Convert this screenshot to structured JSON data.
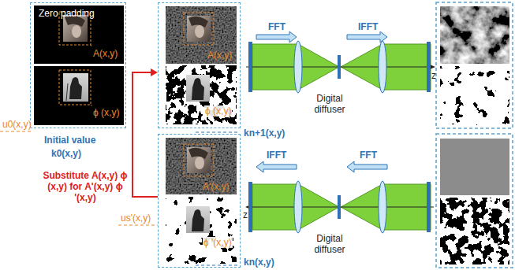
{
  "diagram": {
    "nodes": [
      {
        "text": [
          "Initial value",
          "k0(x,y)"
        ]
      },
      {
        "text": [
          "Zero padding",
          "A(x,y)"
        ],
        "in": 0
      },
      {
        "text": [
          "ϕ (x,y)"
        ],
        "in": 0
      },
      {
        "text": [
          "kn+1(x,y)"
        ]
      },
      {
        "text": [
          "A(x,y)"
        ],
        "in": 3
      },
      {
        "text": [
          "ϕ (x,y)"
        ],
        "in": 3
      },
      {
        "text": [
          "kn(x,y)"
        ]
      },
      {
        "text": [
          "A'(x,y)"
        ],
        "in": 6
      },
      {
        "text": [
          "ϕ '(x,y)"
        ],
        "in": 6
      }
    ],
    "edges": [
      {
        "from": 6,
        "to": 3,
        "arrow": "to",
        "label": "Substitute A(x,y) ϕ (x,y) for A'(x,y) ϕ '(x,y)"
      }
    ],
    "labels": [
      "u0(x,y)",
      "us'(x,y)",
      "FFT",
      "IFFT",
      "Digital diffuser",
      "z",
      "IFFT",
      "FFT",
      "Digital diffuser",
      "z"
    ]
  }
}
